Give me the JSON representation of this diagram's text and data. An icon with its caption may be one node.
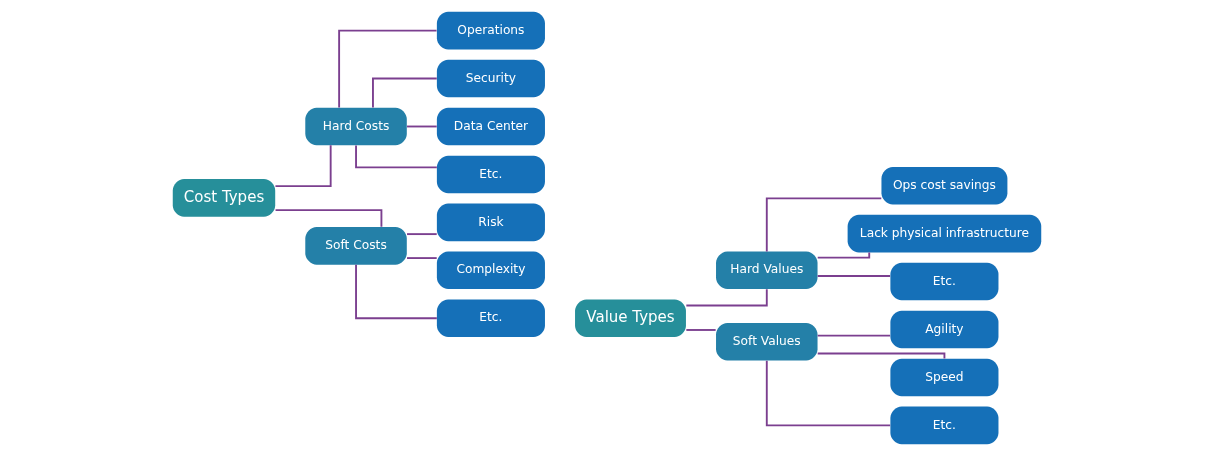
{
  "diagram": {
    "nodes": [
      {
        "text": [
          "Cost Types"
        ]
      },
      {
        "text": [
          "Hard Costs"
        ]
      },
      {
        "text": [
          "Operations"
        ]
      },
      {
        "text": [
          "Security"
        ]
      },
      {
        "text": [
          "Data Center"
        ]
      },
      {
        "text": [
          "Etc."
        ]
      },
      {
        "text": [
          "Soft Costs"
        ]
      },
      {
        "text": [
          "Risk"
        ]
      },
      {
        "text": [
          "Complexity"
        ]
      },
      {
        "text": [
          "Etc."
        ]
      },
      {
        "text": [
          "Value Types"
        ]
      },
      {
        "text": [
          "Hard Values"
        ]
      },
      {
        "text": [
          "Ops cost savings"
        ]
      },
      {
        "text": [
          "Lack physical infrastructure"
        ]
      },
      {
        "text": [
          "Etc."
        ]
      },
      {
        "text": [
          "Soft Values"
        ]
      },
      {
        "text": [
          "Agility"
        ]
      },
      {
        "text": [
          "Speed"
        ]
      },
      {
        "text": [
          "Etc."
        ]
      }
    ],
    "edges": [
      {
        "from": 0,
        "to": 1,
        "arrow": "none"
      },
      {
        "from": 0,
        "to": 6,
        "arrow": "none"
      },
      {
        "from": 1,
        "to": 2,
        "arrow": "none"
      },
      {
        "from": 1,
        "to": 3,
        "arrow": "none"
      },
      {
        "from": 1,
        "to": 4,
        "arrow": "none"
      },
      {
        "from": 1,
        "to": 5,
        "arrow": "none"
      },
      {
        "from": 6,
        "to": 7,
        "arrow": "none"
      },
      {
        "from": 6,
        "to": 8,
        "arrow": "none"
      },
      {
        "from": 6,
        "to": 9,
        "arrow": "none"
      },
      {
        "from": 10,
        "to": 11,
        "arrow": "none"
      },
      {
        "from": 10,
        "to": 15,
        "arrow": "none"
      },
      {
        "from": 11,
        "to": 12,
        "arrow": "none"
      },
      {
        "from": 11,
        "to": 13,
        "arrow": "none"
      },
      {
        "from": 11,
        "to": 14,
        "arrow": "none"
      },
      {
        "from": 15,
        "to": 16,
        "arrow": "none"
      },
      {
        "from": 15,
        "to": 17,
        "arrow": "none"
      },
      {
        "from": 15,
        "to": 18,
        "arrow": "none"
      }
    ]
  }
}
